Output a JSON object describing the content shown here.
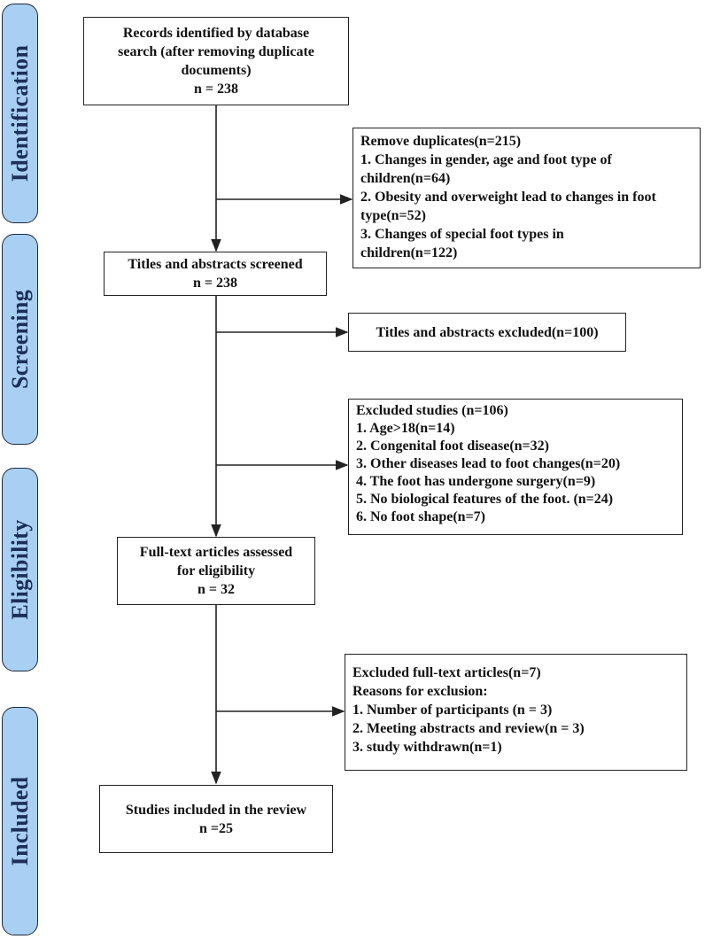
{
  "stages": [
    "Identification",
    "Screening",
    "Eligibility",
    "Included"
  ],
  "main_boxes": {
    "records": [
      "Records identified by database",
      "search (after removing duplicate",
      "documents)",
      "n = 238"
    ],
    "screened": [
      "Titles and abstracts screened",
      "n = 238"
    ],
    "fulltext": [
      "Full-text articles assessed",
      "for eligibility",
      "n = 32"
    ],
    "included": [
      "Studies included in the review",
      "n =25"
    ]
  },
  "side_boxes": {
    "duplicates": [
      "Remove duplicates(n=215)",
      "1. Changes in gender, age and foot type of",
      "children(n=64)",
      "2. Obesity and overweight lead to changes in foot",
      "type(n=52)",
      "3. Changes of special foot types in",
      "children(n=122)"
    ],
    "titles_excluded": [
      "Titles and abstracts excluded(n=100)"
    ],
    "excluded_studies": [
      "Excluded studies (n=106)",
      "1. Age>18(n=14)",
      "2. Congenital foot disease(n=32)",
      "3. Other diseases lead to foot changes(n=20)",
      "4. The foot has undergone surgery(n=9)",
      "5.  No biological features of the foot. (n=24)",
      "6.  No foot shape(n=7)"
    ],
    "excluded_fulltext": [
      "Excluded full-text articles(n=7)",
      "Reasons for exclusion:",
      "1. Number of participants (n = 3)",
      "2. Meeting abstracts and review(n = 3)",
      "3. study withdrawn(n=1)"
    ]
  },
  "colors": {
    "stage_fill": "#a9cff2",
    "stage_text": "#1c2f57",
    "line": "#222222"
  }
}
